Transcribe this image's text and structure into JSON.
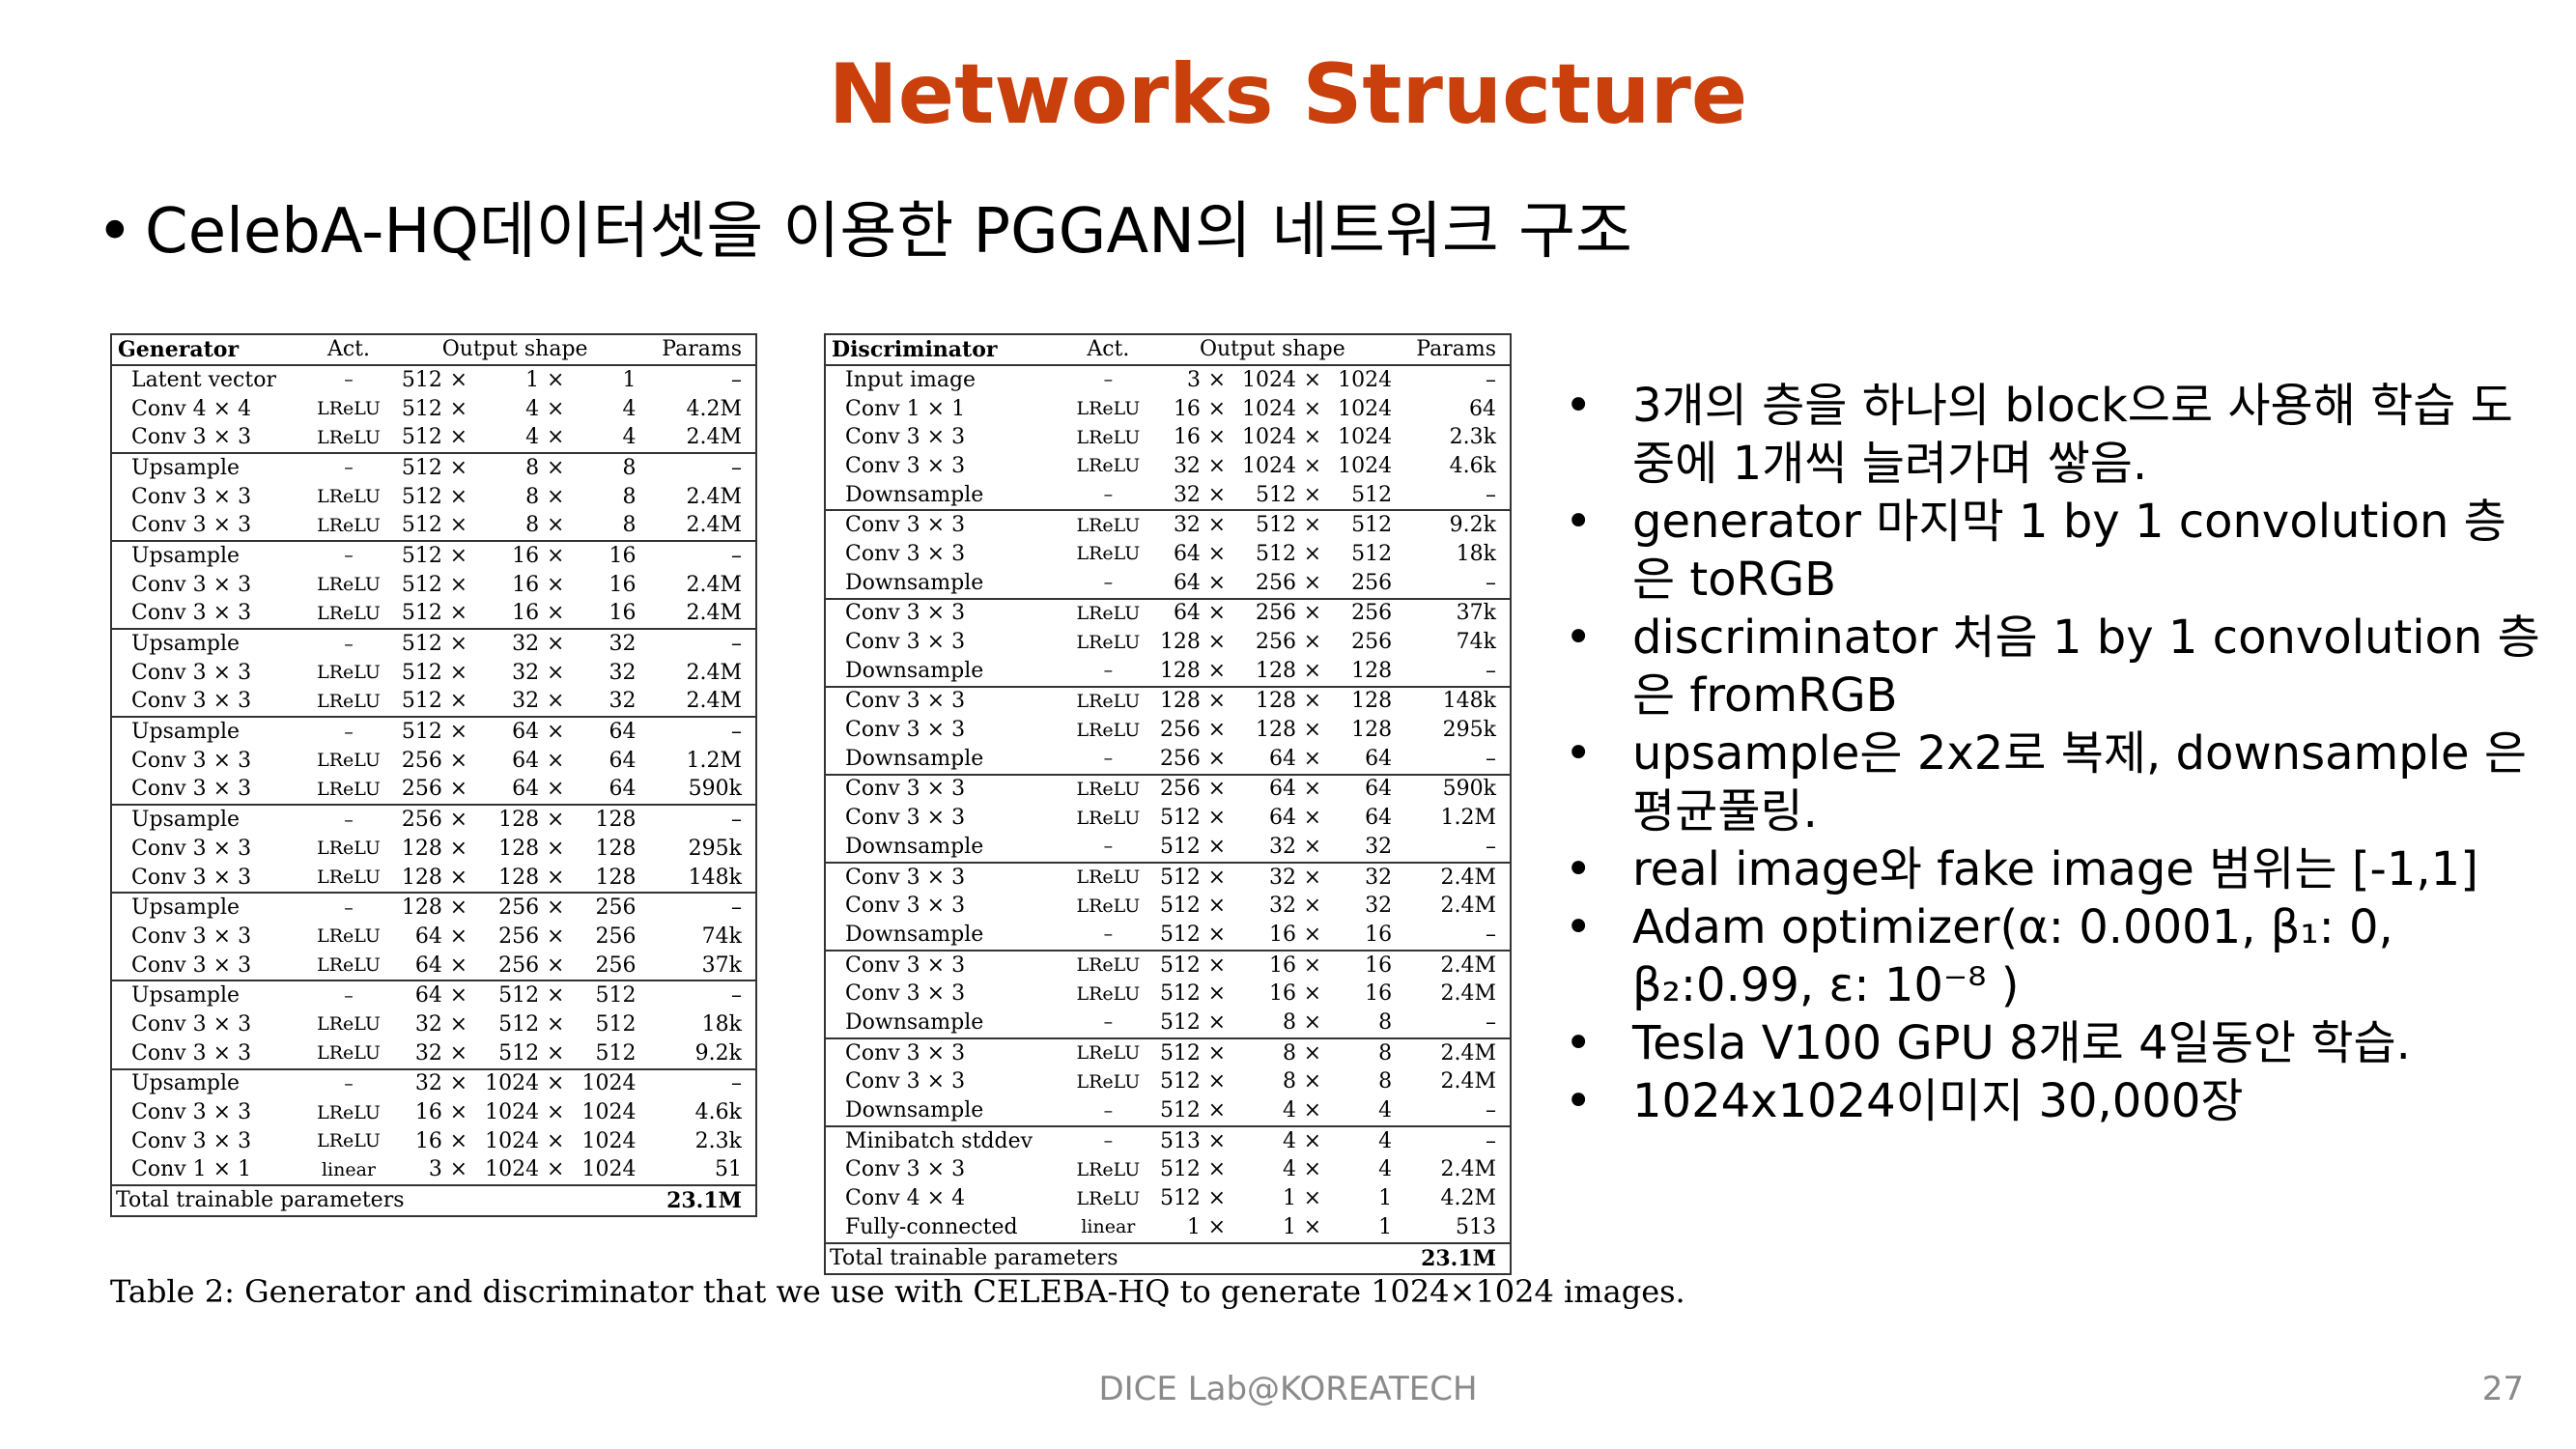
{
  "slide": {
    "title": "Networks Structure",
    "subtitle": "CelebA-HQ데이터셋을 이용한 PGGAN의 네트워크 구조",
    "bullets": [
      "3개의 층을 하나의 block으로 사용해 학습 도중에 1개씩 늘려가며 쌓음.",
      "generator 마지막 1 by 1 convolution 층은 toRGB",
      "discriminator 처음 1 by 1 convolution 층은 fromRGB",
      "upsample은 2x2로 복제, downsample 은 평균풀링.",
      "real image와 fake image 범위는 [-1,1]",
      "Adam optimizer(α: 0.0001, β₁: 0, β₂:0.99,  ε: 10⁻⁸ )",
      "Tesla V100 GPU 8개로 4일동안 학습.",
      "1024x1024이미지 30,000장"
    ],
    "caption": "Table 2: Generator and discriminator that we use with CELEBA-HQ to generate 1024×1024 images.",
    "footer": "DICE Lab@KOREATECH",
    "page_number": "27"
  },
  "generator": {
    "headers": [
      "Generator",
      "Act.",
      "Output shape",
      "Params"
    ],
    "rows": [
      {
        "layer": "Latent vector",
        "act": "–",
        "c": "512",
        "h": "1",
        "w": "1",
        "params": "–",
        "blk": false
      },
      {
        "layer": "Conv 4 × 4",
        "act": "LReLU",
        "c": "512",
        "h": "4",
        "w": "4",
        "params": "4.2M",
        "blk": false
      },
      {
        "layer": "Conv 3 × 3",
        "act": "LReLU",
        "c": "512",
        "h": "4",
        "w": "4",
        "params": "2.4M",
        "blk": false
      },
      {
        "layer": "Upsample",
        "act": "–",
        "c": "512",
        "h": "8",
        "w": "8",
        "params": "–",
        "blk": true
      },
      {
        "layer": "Conv 3 × 3",
        "act": "LReLU",
        "c": "512",
        "h": "8",
        "w": "8",
        "params": "2.4M",
        "blk": false
      },
      {
        "layer": "Conv 3 × 3",
        "act": "LReLU",
        "c": "512",
        "h": "8",
        "w": "8",
        "params": "2.4M",
        "blk": false
      },
      {
        "layer": "Upsample",
        "act": "–",
        "c": "512",
        "h": "16",
        "w": "16",
        "params": "–",
        "blk": true
      },
      {
        "layer": "Conv 3 × 3",
        "act": "LReLU",
        "c": "512",
        "h": "16",
        "w": "16",
        "params": "2.4M",
        "blk": false
      },
      {
        "layer": "Conv 3 × 3",
        "act": "LReLU",
        "c": "512",
        "h": "16",
        "w": "16",
        "params": "2.4M",
        "blk": false
      },
      {
        "layer": "Upsample",
        "act": "–",
        "c": "512",
        "h": "32",
        "w": "32",
        "params": "–",
        "blk": true
      },
      {
        "layer": "Conv 3 × 3",
        "act": "LReLU",
        "c": "512",
        "h": "32",
        "w": "32",
        "params": "2.4M",
        "blk": false
      },
      {
        "layer": "Conv 3 × 3",
        "act": "LReLU",
        "c": "512",
        "h": "32",
        "w": "32",
        "params": "2.4M",
        "blk": false
      },
      {
        "layer": "Upsample",
        "act": "–",
        "c": "512",
        "h": "64",
        "w": "64",
        "params": "–",
        "blk": true
      },
      {
        "layer": "Conv 3 × 3",
        "act": "LReLU",
        "c": "256",
        "h": "64",
        "w": "64",
        "params": "1.2M",
        "blk": false
      },
      {
        "layer": "Conv 3 × 3",
        "act": "LReLU",
        "c": "256",
        "h": "64",
        "w": "64",
        "params": "590k",
        "blk": false
      },
      {
        "layer": "Upsample",
        "act": "–",
        "c": "256",
        "h": "128",
        "w": "128",
        "params": "–",
        "blk": true
      },
      {
        "layer": "Conv 3 × 3",
        "act": "LReLU",
        "c": "128",
        "h": "128",
        "w": "128",
        "params": "295k",
        "blk": false
      },
      {
        "layer": "Conv 3 × 3",
        "act": "LReLU",
        "c": "128",
        "h": "128",
        "w": "128",
        "params": "148k",
        "blk": false
      },
      {
        "layer": "Upsample",
        "act": "–",
        "c": "128",
        "h": "256",
        "w": "256",
        "params": "–",
        "blk": true
      },
      {
        "layer": "Conv 3 × 3",
        "act": "LReLU",
        "c": "64",
        "h": "256",
        "w": "256",
        "params": "74k",
        "blk": false
      },
      {
        "layer": "Conv 3 × 3",
        "act": "LReLU",
        "c": "64",
        "h": "256",
        "w": "256",
        "params": "37k",
        "blk": false
      },
      {
        "layer": "Upsample",
        "act": "–",
        "c": "64",
        "h": "512",
        "w": "512",
        "params": "–",
        "blk": true
      },
      {
        "layer": "Conv 3 × 3",
        "act": "LReLU",
        "c": "32",
        "h": "512",
        "w": "512",
        "params": "18k",
        "blk": false
      },
      {
        "layer": "Conv 3 × 3",
        "act": "LReLU",
        "c": "32",
        "h": "512",
        "w": "512",
        "params": "9.2k",
        "blk": false
      },
      {
        "layer": "Upsample",
        "act": "–",
        "c": "32",
        "h": "1024",
        "w": "1024",
        "params": "–",
        "blk": true
      },
      {
        "layer": "Conv 3 × 3",
        "act": "LReLU",
        "c": "16",
        "h": "1024",
        "w": "1024",
        "params": "4.6k",
        "blk": false
      },
      {
        "layer": "Conv 3 × 3",
        "act": "LReLU",
        "c": "16",
        "h": "1024",
        "w": "1024",
        "params": "2.3k",
        "blk": false
      },
      {
        "layer": "Conv 1 × 1",
        "act": "linear",
        "c": "3",
        "h": "1024",
        "w": "1024",
        "params": "51",
        "blk": false
      }
    ],
    "total_label": "Total trainable parameters",
    "total_value": "23.1M"
  },
  "discriminator": {
    "headers": [
      "Discriminator",
      "Act.",
      "Output shape",
      "Params"
    ],
    "rows": [
      {
        "layer": "Input image",
        "act": "–",
        "c": "3",
        "h": "1024",
        "w": "1024",
        "params": "–",
        "blk": false
      },
      {
        "layer": "Conv 1 × 1",
        "act": "LReLU",
        "c": "16",
        "h": "1024",
        "w": "1024",
        "params": "64",
        "blk": false
      },
      {
        "layer": "Conv 3 × 3",
        "act": "LReLU",
        "c": "16",
        "h": "1024",
        "w": "1024",
        "params": "2.3k",
        "blk": false
      },
      {
        "layer": "Conv 3 × 3",
        "act": "LReLU",
        "c": "32",
        "h": "1024",
        "w": "1024",
        "params": "4.6k",
        "blk": false
      },
      {
        "layer": "Downsample",
        "act": "–",
        "c": "32",
        "h": "512",
        "w": "512",
        "params": "–",
        "blk": false
      },
      {
        "layer": "Conv 3 × 3",
        "act": "LReLU",
        "c": "32",
        "h": "512",
        "w": "512",
        "params": "9.2k",
        "blk": true
      },
      {
        "layer": "Conv 3 × 3",
        "act": "LReLU",
        "c": "64",
        "h": "512",
        "w": "512",
        "params": "18k",
        "blk": false
      },
      {
        "layer": "Downsample",
        "act": "–",
        "c": "64",
        "h": "256",
        "w": "256",
        "params": "–",
        "blk": false
      },
      {
        "layer": "Conv 3 × 3",
        "act": "LReLU",
        "c": "64",
        "h": "256",
        "w": "256",
        "params": "37k",
        "blk": true
      },
      {
        "layer": "Conv 3 × 3",
        "act": "LReLU",
        "c": "128",
        "h": "256",
        "w": "256",
        "params": "74k",
        "blk": false
      },
      {
        "layer": "Downsample",
        "act": "–",
        "c": "128",
        "h": "128",
        "w": "128",
        "params": "–",
        "blk": false
      },
      {
        "layer": "Conv 3 × 3",
        "act": "LReLU",
        "c": "128",
        "h": "128",
        "w": "128",
        "params": "148k",
        "blk": true
      },
      {
        "layer": "Conv 3 × 3",
        "act": "LReLU",
        "c": "256",
        "h": "128",
        "w": "128",
        "params": "295k",
        "blk": false
      },
      {
        "layer": "Downsample",
        "act": "–",
        "c": "256",
        "h": "64",
        "w": "64",
        "params": "–",
        "blk": false
      },
      {
        "layer": "Conv 3 × 3",
        "act": "LReLU",
        "c": "256",
        "h": "64",
        "w": "64",
        "params": "590k",
        "blk": true
      },
      {
        "layer": "Conv 3 × 3",
        "act": "LReLU",
        "c": "512",
        "h": "64",
        "w": "64",
        "params": "1.2M",
        "blk": false
      },
      {
        "layer": "Downsample",
        "act": "–",
        "c": "512",
        "h": "32",
        "w": "32",
        "params": "–",
        "blk": false
      },
      {
        "layer": "Conv 3 × 3",
        "act": "LReLU",
        "c": "512",
        "h": "32",
        "w": "32",
        "params": "2.4M",
        "blk": true
      },
      {
        "layer": "Conv 3 × 3",
        "act": "LReLU",
        "c": "512",
        "h": "32",
        "w": "32",
        "params": "2.4M",
        "blk": false
      },
      {
        "layer": "Downsample",
        "act": "–",
        "c": "512",
        "h": "16",
        "w": "16",
        "params": "–",
        "blk": false
      },
      {
        "layer": "Conv 3 × 3",
        "act": "LReLU",
        "c": "512",
        "h": "16",
        "w": "16",
        "params": "2.4M",
        "blk": true
      },
      {
        "layer": "Conv 3 × 3",
        "act": "LReLU",
        "c": "512",
        "h": "16",
        "w": "16",
        "params": "2.4M",
        "blk": false
      },
      {
        "layer": "Downsample",
        "act": "–",
        "c": "512",
        "h": "8",
        "w": "8",
        "params": "–",
        "blk": false
      },
      {
        "layer": "Conv 3 × 3",
        "act": "LReLU",
        "c": "512",
        "h": "8",
        "w": "8",
        "params": "2.4M",
        "blk": true
      },
      {
        "layer": "Conv 3 × 3",
        "act": "LReLU",
        "c": "512",
        "h": "8",
        "w": "8",
        "params": "2.4M",
        "blk": false
      },
      {
        "layer": "Downsample",
        "act": "–",
        "c": "512",
        "h": "4",
        "w": "4",
        "params": "–",
        "blk": false
      },
      {
        "layer": "Minibatch stddev",
        "act": "–",
        "c": "513",
        "h": "4",
        "w": "4",
        "params": "–",
        "blk": true
      },
      {
        "layer": "Conv 3 × 3",
        "act": "LReLU",
        "c": "512",
        "h": "4",
        "w": "4",
        "params": "2.4M",
        "blk": false
      },
      {
        "layer": "Conv 4 × 4",
        "act": "LReLU",
        "c": "512",
        "h": "1",
        "w": "1",
        "params": "4.2M",
        "blk": false
      },
      {
        "layer": "Fully-connected",
        "act": "linear",
        "c": "1",
        "h": "1",
        "w": "1",
        "params": "513",
        "blk": false
      }
    ],
    "total_label": "Total trainable parameters",
    "total_value": "23.1M"
  }
}
